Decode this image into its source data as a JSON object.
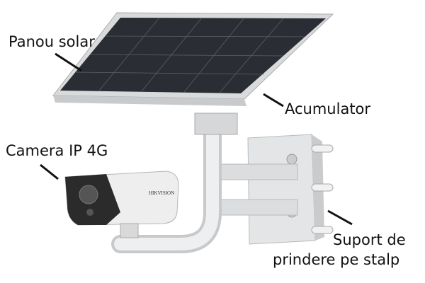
{
  "labels": {
    "solar_panel": "Panou solar",
    "battery": "Acumulator",
    "camera": "Camera IP 4G",
    "mount_line1": "Suport de",
    "mount_line2": "prindere pe stalp"
  },
  "camera_brand": "HIKVISION",
  "colors": {
    "panel_cell": "#2a2d33",
    "panel_frame": "#d8dadc",
    "metal": "#e6e7e8",
    "camera_front": "#2b2b2b",
    "text": "#111111"
  }
}
